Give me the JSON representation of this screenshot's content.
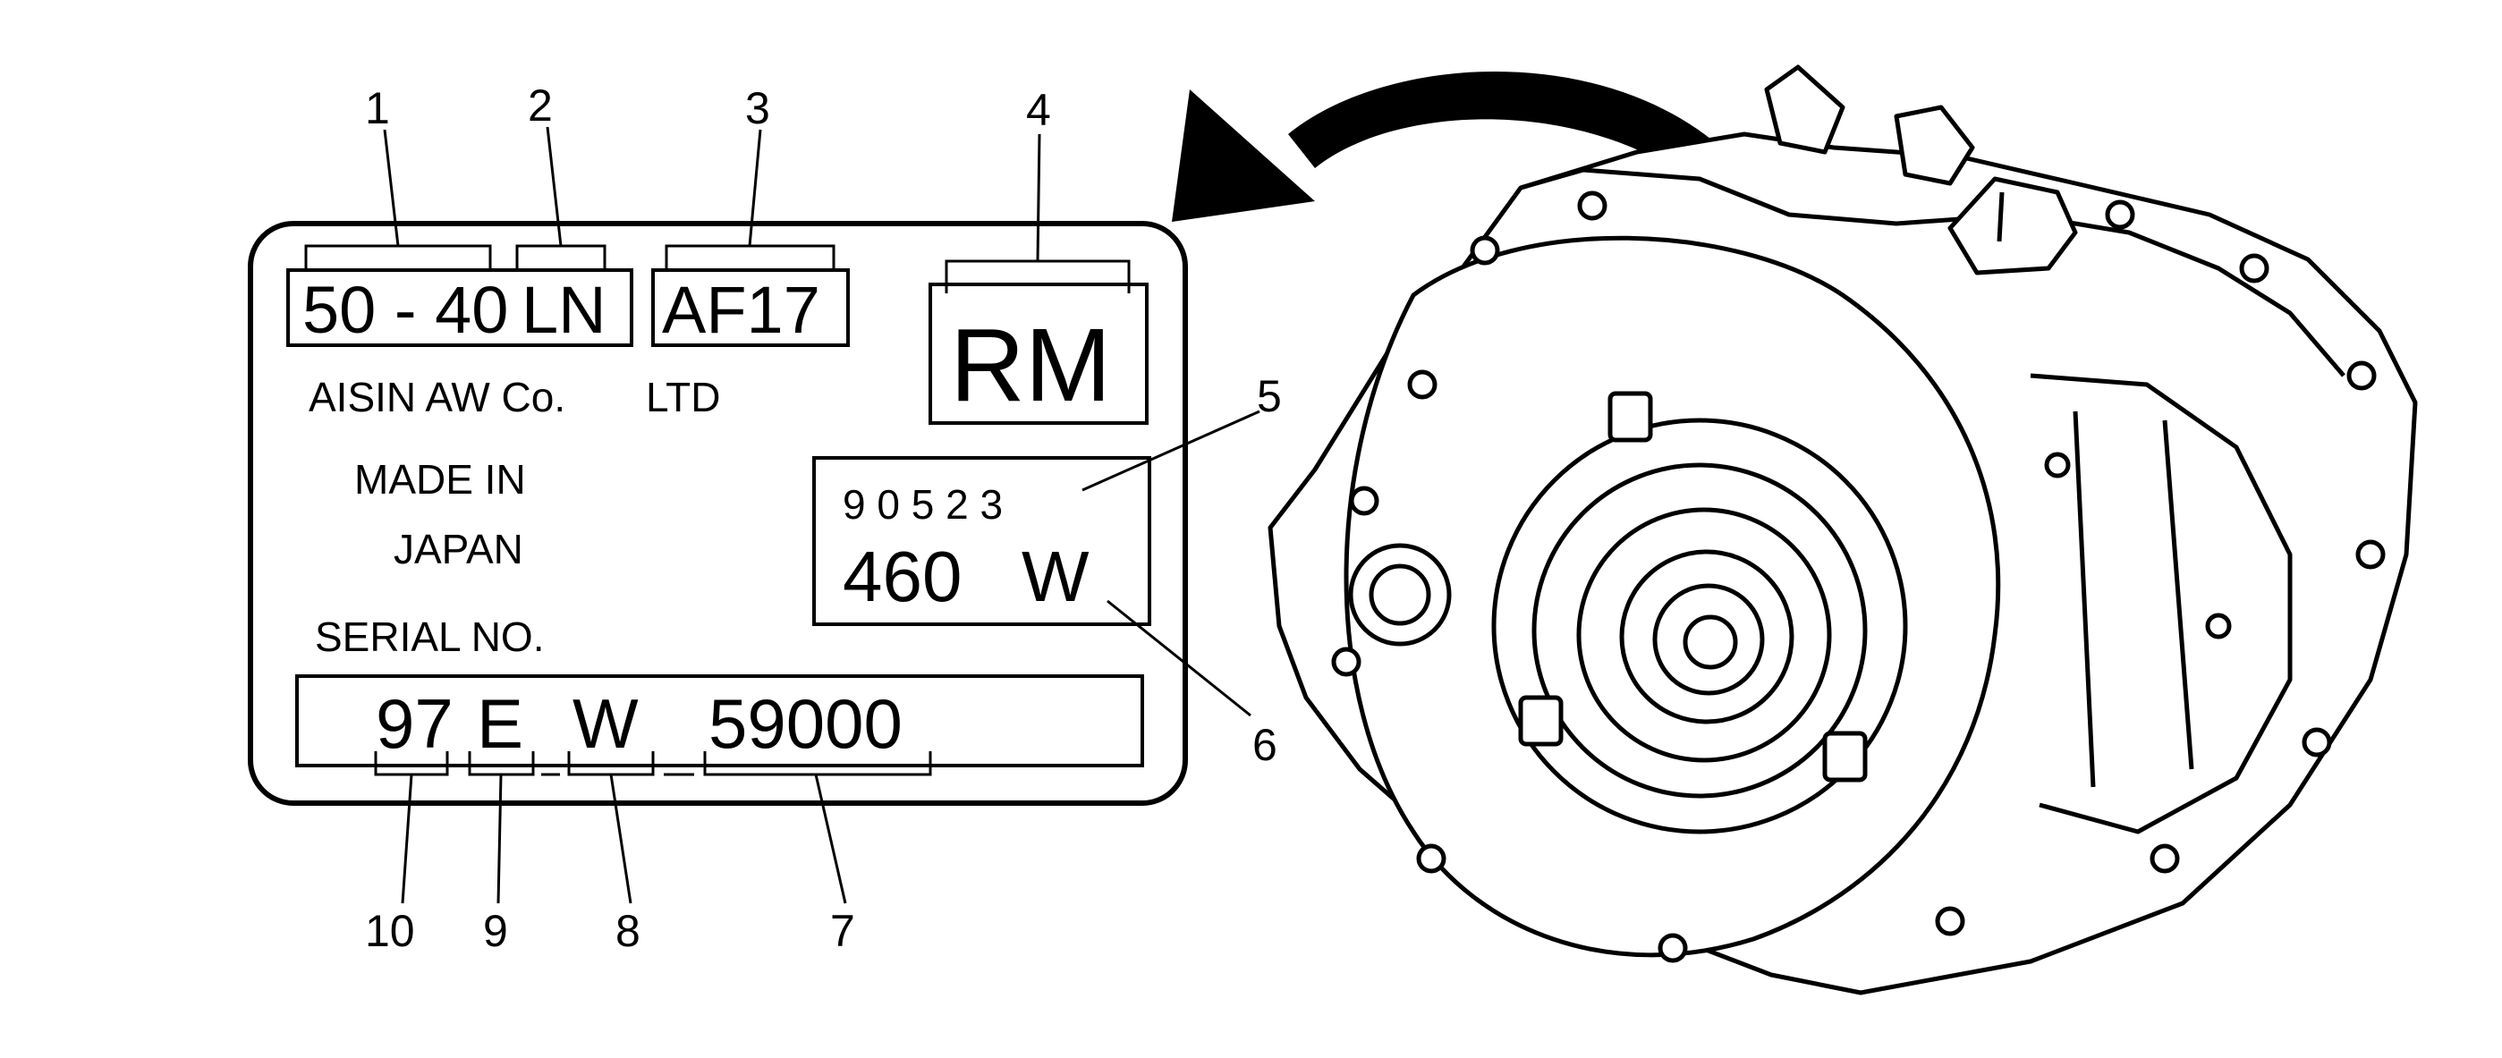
{
  "label": {
    "model_code": "50 - 40",
    "model_suffix": "LN",
    "model_family": "AF17",
    "usage_code": "RM",
    "manufacturer": "AISIN AW Co.",
    "manufacturer_suffix": "LTD",
    "made_in": "MADE IN",
    "country": "JAPAN",
    "serial_label": "SERIAL NO.",
    "date_code": "9 0 5 2 3",
    "build_number": "460",
    "build_letter": "W",
    "serial": {
      "year": "97",
      "plant": "E",
      "line": "W",
      "sequence": "59000"
    }
  },
  "callouts": {
    "c1": "1",
    "c2": "2",
    "c3": "3",
    "c4": "4",
    "c5": "5",
    "c6": "6",
    "c7": "7",
    "c8": "8",
    "c9": "9",
    "c10": "10"
  },
  "colors": {
    "ink": "#000000",
    "background": "#ffffff"
  }
}
